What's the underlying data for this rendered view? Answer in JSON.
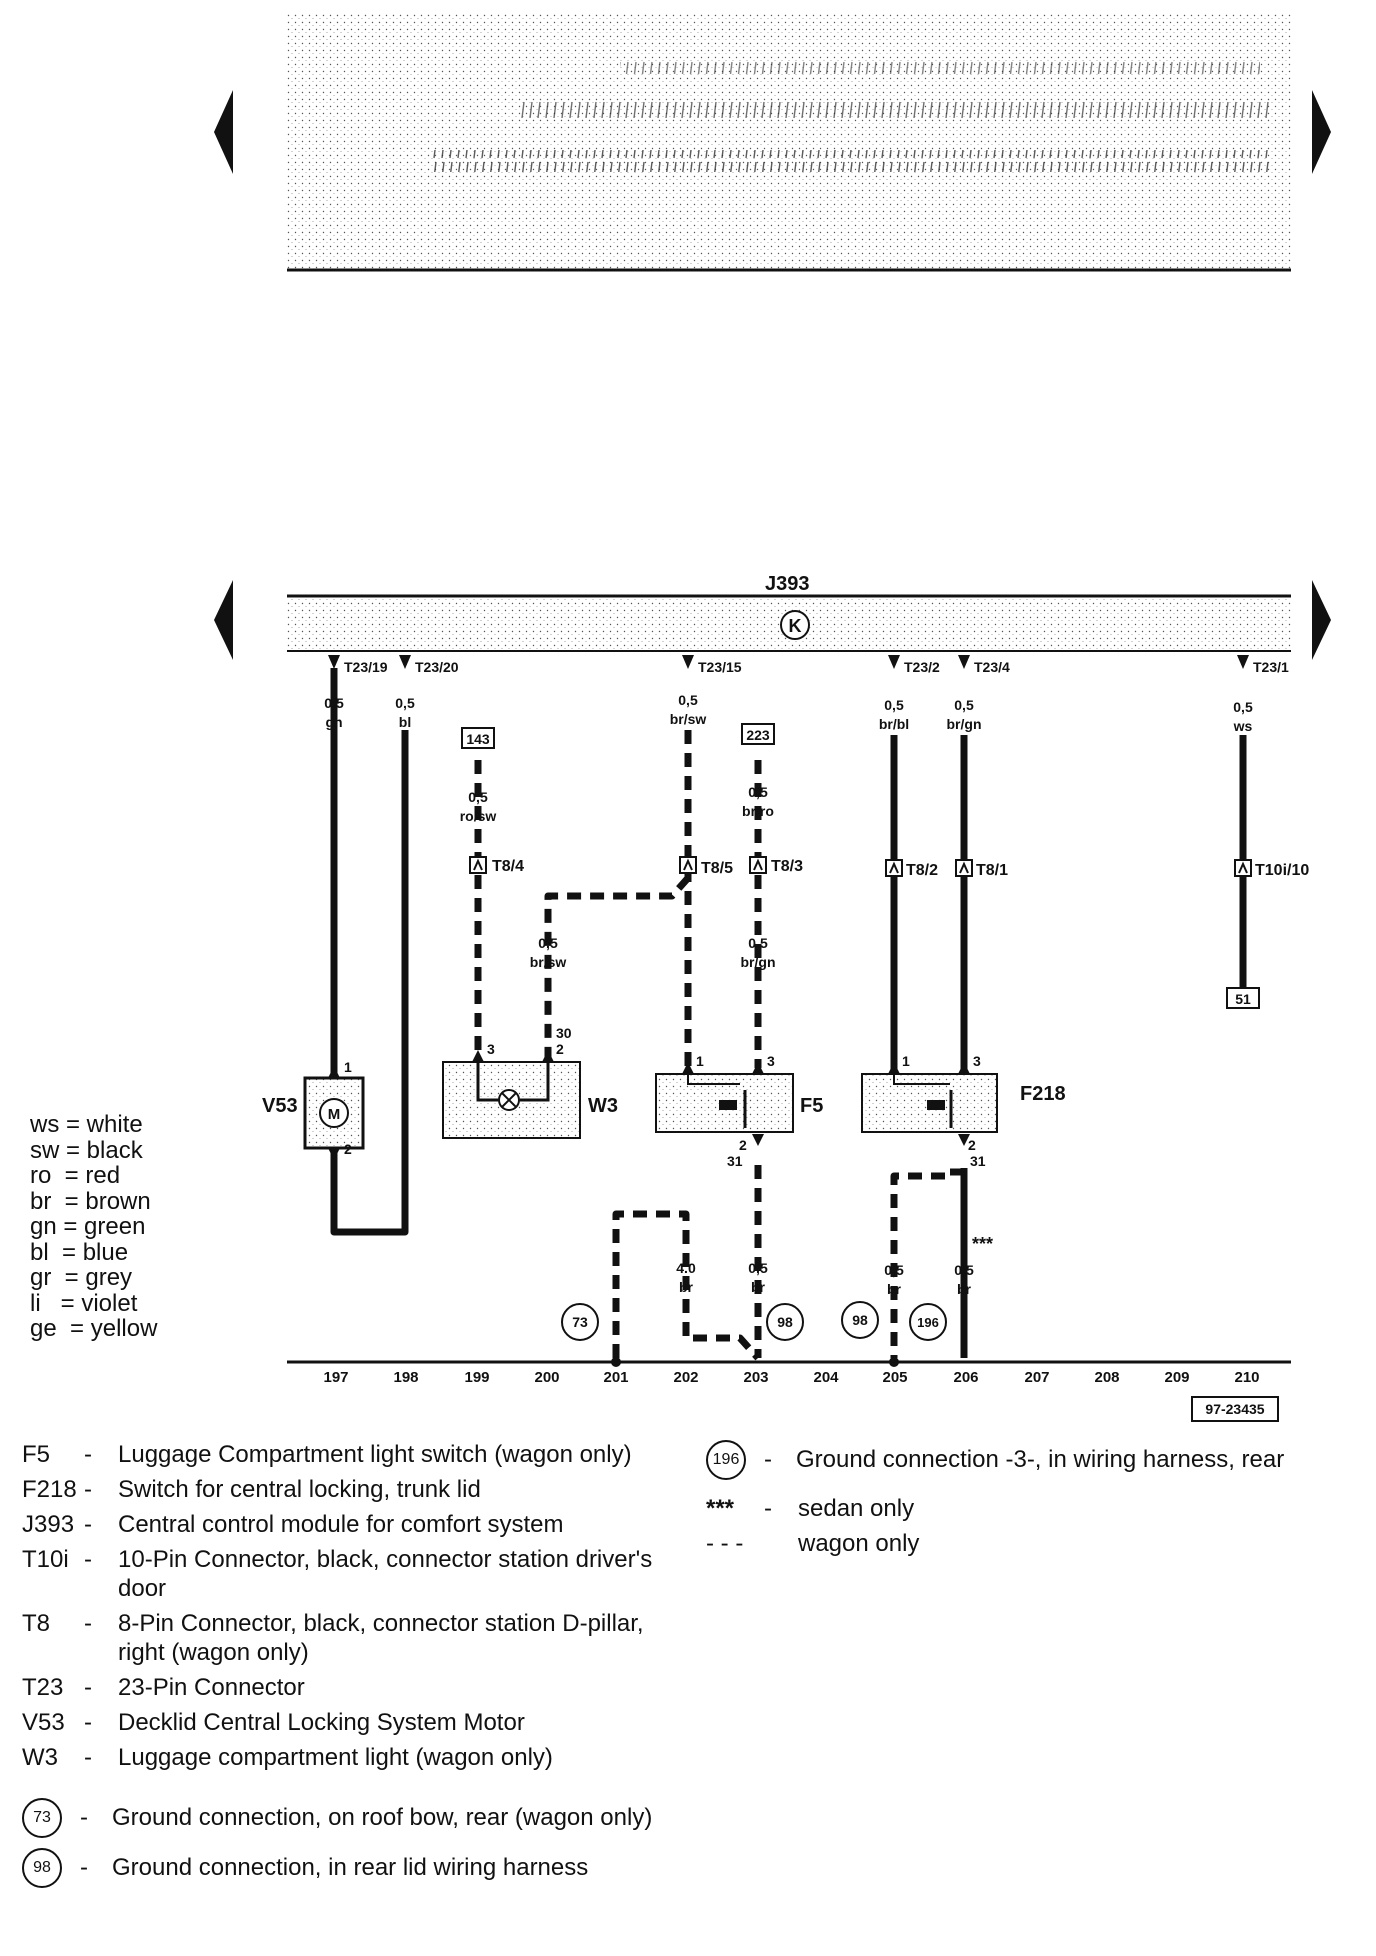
{
  "diagram": {
    "module_label": "J393",
    "module_symbol": "K",
    "pins": [
      "T23/19",
      "T23/20",
      "T23/15",
      "T23/2",
      "T23/4",
      "T23/1"
    ],
    "wires": [
      {
        "size": "0,5",
        "color": "gn"
      },
      {
        "size": "0,5",
        "color": "bl"
      },
      {
        "size": "0,5",
        "color": "br/sw"
      },
      {
        "size": "0,5",
        "color": "br/bl"
      },
      {
        "size": "0,5",
        "color": "br/gn"
      },
      {
        "size": "0,5",
        "color": "ws"
      },
      {
        "size": "0,5",
        "color": "ro/sw"
      },
      {
        "size": "0,5",
        "color": "br/ro"
      },
      {
        "size": "0,5",
        "color": "br/sw"
      },
      {
        "size": "0,5",
        "color": "br/gn"
      },
      {
        "size": "4.0",
        "color": "br"
      },
      {
        "size": "0,5",
        "color": "br"
      },
      {
        "size": "0,5",
        "color": "br"
      },
      {
        "size": "0,5",
        "color": "br"
      }
    ],
    "refs": [
      "143",
      "223",
      "51"
    ],
    "connectors": [
      "T8/4",
      "T8/5",
      "T8/3",
      "T8/2",
      "T8/1",
      "T10i/10"
    ],
    "components": [
      "V53",
      "W3",
      "F5",
      "F218"
    ],
    "pin_numbers": [
      "1",
      "2",
      "3",
      "30",
      "2",
      "1",
      "3",
      "2",
      "31",
      "1",
      "3",
      "2",
      "31"
    ],
    "grounds": [
      "73",
      "98",
      "98",
      "196"
    ],
    "sedan_mark": "***",
    "columns": [
      "197",
      "198",
      "199",
      "200",
      "201",
      "202",
      "203",
      "204",
      "205",
      "206",
      "207",
      "208",
      "209",
      "210"
    ],
    "figure_id": "97-23435"
  },
  "color_legend": [
    "ws = white",
    "sw = black",
    "ro  = red",
    "br  = brown",
    "gn = green",
    "bl  = blue",
    "gr  = grey",
    "li   = violet",
    "ge  = yellow"
  ],
  "legend_components": [
    {
      "code": "F5",
      "desc": "Luggage Compartment light switch (wagon only)"
    },
    {
      "code": "F218",
      "desc": "Switch for central locking, trunk lid"
    },
    {
      "code": "J393",
      "desc": "Central control module for comfort system"
    },
    {
      "code": "T10i",
      "desc": "10-Pin Connector, black, connector station driver's door"
    },
    {
      "code": "T8",
      "desc": "8-Pin Connector, black, connector station D-pillar, right (wagon only)"
    },
    {
      "code": "T23",
      "desc": "23-Pin Connector"
    },
    {
      "code": "V53",
      "desc": "Decklid Central Locking System Motor"
    },
    {
      "code": "W3",
      "desc": "Luggage compartment light (wagon only)"
    }
  ],
  "legend_grounds": [
    {
      "code": "73",
      "desc": "Ground connection, on roof bow, rear (wagon only)"
    },
    {
      "code": "98",
      "desc": "Ground connection, in rear lid wiring harness"
    }
  ],
  "legend_right": [
    {
      "code": "196",
      "desc": "Ground connection -3-, in wiring harness, rear"
    },
    {
      "code": "***",
      "desc": "sedan only"
    },
    {
      "code": "- - -",
      "desc": "wagon only"
    }
  ]
}
